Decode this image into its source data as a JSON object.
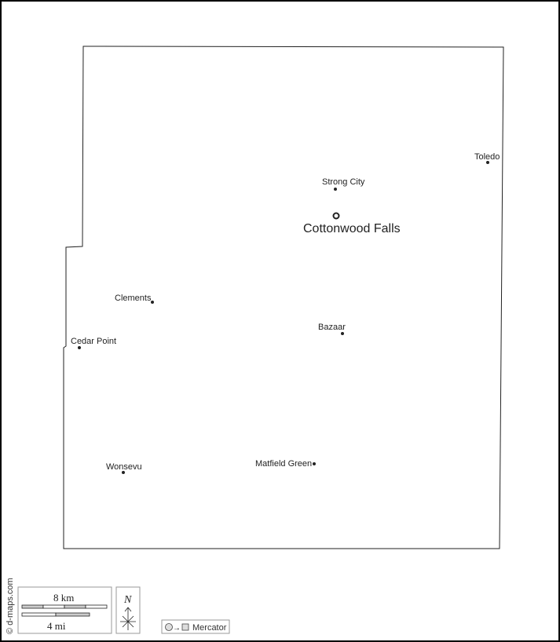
{
  "map": {
    "towns": [
      {
        "name": "Toledo",
        "type": "town"
      },
      {
        "name": "Strong City",
        "type": "town"
      },
      {
        "name": "Cottonwood Falls",
        "type": "county-seat"
      },
      {
        "name": "Clements",
        "type": "town"
      },
      {
        "name": "Bazaar",
        "type": "town"
      },
      {
        "name": "Cedar Point",
        "type": "town"
      },
      {
        "name": "Wonsevu",
        "type": "town"
      },
      {
        "name": "Matfield Green",
        "type": "town"
      }
    ]
  },
  "scale": {
    "km_label": "8 km",
    "mi_label": "4 mi"
  },
  "compass": {
    "north_label": "N"
  },
  "projection": {
    "label": "Mercator"
  },
  "copyright": "© d-maps.com"
}
